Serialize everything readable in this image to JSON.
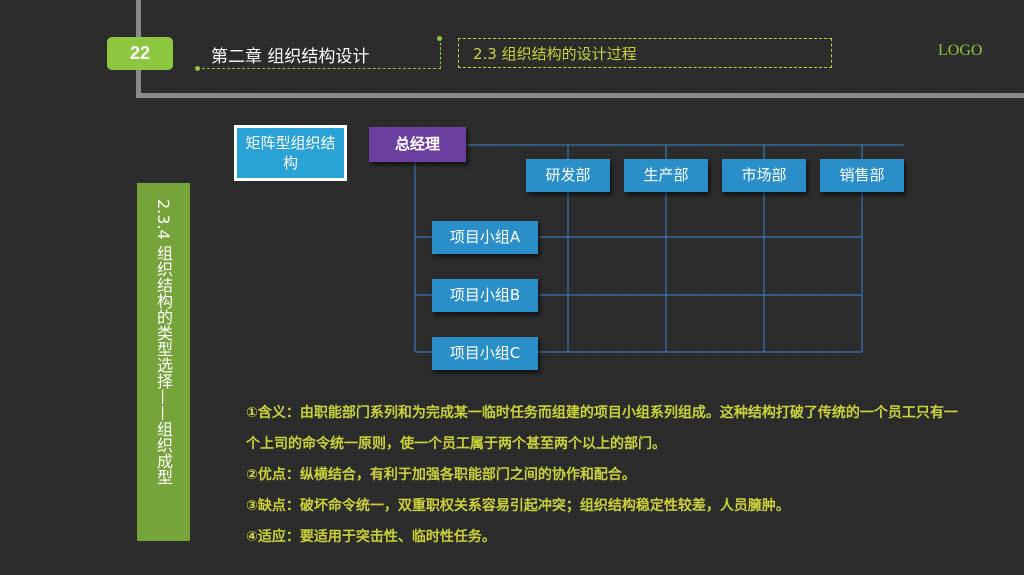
{
  "header": {
    "page_number": "22",
    "chapter": "第二章  组织结构设计",
    "section": "2.3 组织结构的设计过程",
    "logo": "LOGO"
  },
  "sidebar": {
    "title": "2.3.4  组织结构的类型选择——组织成型"
  },
  "diagram": {
    "type_label": "矩阵型组织结构",
    "top": "总经理",
    "departments": [
      "研发部",
      "生产部",
      "市场部",
      "销售部"
    ],
    "projects": [
      "项目小组A",
      "项目小组B",
      "项目小组C"
    ]
  },
  "description": {
    "meaning": "①含义：由职能部门系列和为完成某一临时任务而组建的项目小组系列组成。这种结构打破了传统的一个员工只有一个上司的命令统一原则，使一个员工属于两个甚至两个以上的部门。",
    "pros": "②优点：纵横结合，有利于加强各职能部门之间的协作和配合。",
    "cons": "③缺点：破坏命令统一，双重职权关系容易引起冲突；组织结构稳定性较差，人员臃肿。",
    "fit": "④适应：要适用于突击性、临时性任务。"
  },
  "colors": {
    "accent_green": "#8dc63f",
    "text_yellow": "#c9d23a",
    "box_blue": "#2a8fc8",
    "box_purple": "#6b3fa0"
  }
}
